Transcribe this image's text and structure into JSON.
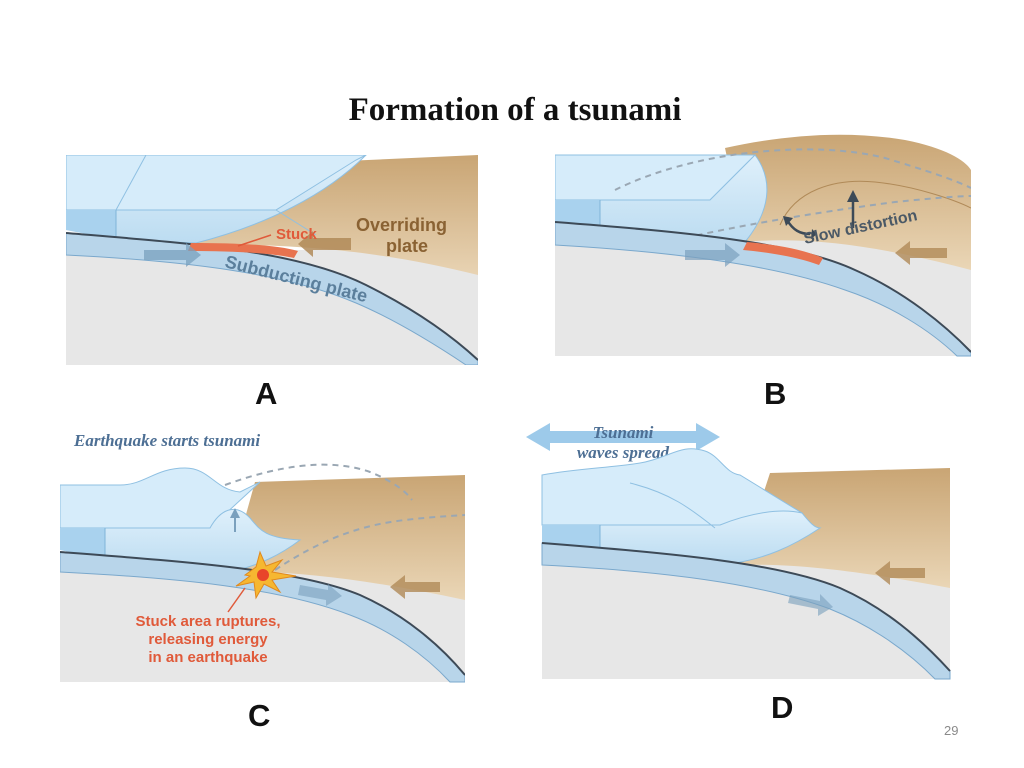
{
  "slide": {
    "title": "Formation of a tsunami",
    "page_number": "29"
  },
  "panels": {
    "a": {
      "letter": "A",
      "stuck_label": "Stuck",
      "overriding_line1": "Overriding",
      "overriding_line2": "plate",
      "subducting_label": "Subducting plate"
    },
    "b": {
      "letter": "B",
      "distortion_label": "Slow distortion"
    },
    "c": {
      "letter": "C",
      "caption": "Earthquake starts tsunami",
      "rupture_line1": "Stuck area ruptures,",
      "rupture_line2": "releasing energy",
      "rupture_line3": "in an earthquake"
    },
    "d": {
      "letter": "D",
      "caption_line1": "Tsunami",
      "caption_line2": "waves spread"
    }
  },
  "colors": {
    "ocean": "#cfe6f5",
    "ocean_edge": "#7fb4d8",
    "overriding_plate": "#d7b78c",
    "subducting_plate": "#b7d4e8",
    "stuck_zone": "#e8734f",
    "label_red": "#e05a3a",
    "arrow_brown": "#b89461",
    "base_gray": "#e6e6e6"
  }
}
